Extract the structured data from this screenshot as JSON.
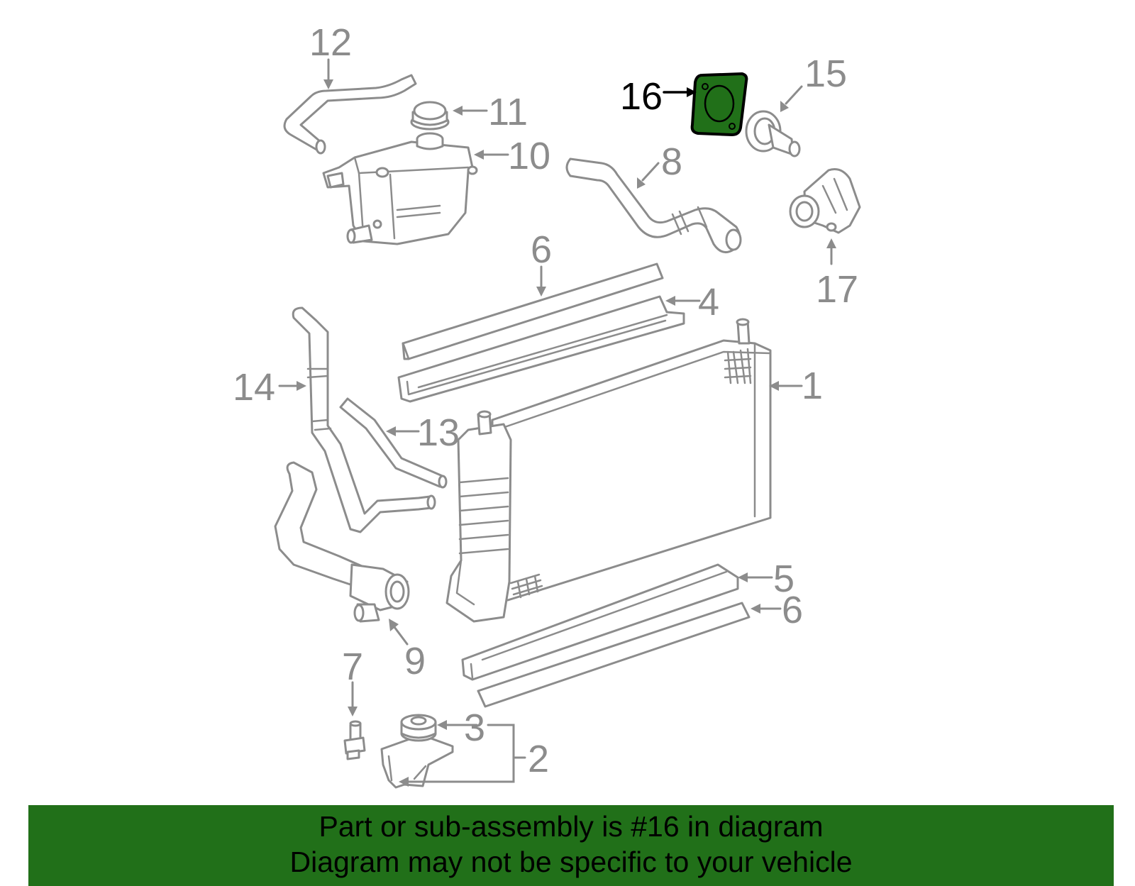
{
  "colors": {
    "banner_bg": "#217019",
    "highlight_fill": "#217019",
    "line_gray": "#8c8c8c",
    "active_black": "#000000"
  },
  "callouts": {
    "c1": "1",
    "c2": "2",
    "c3": "3",
    "c4": "4",
    "c5": "5",
    "c6_top": "6",
    "c6_bottom": "6",
    "c7": "7",
    "c8": "8",
    "c9": "9",
    "c10": "10",
    "c11": "11",
    "c12": "12",
    "c13": "13",
    "c14": "14",
    "c15": "15",
    "c16": "16",
    "c17": "17"
  },
  "highlighted_part": "16",
  "banner": {
    "line1": "Part or sub-assembly is #16 in diagram",
    "line2": "Diagram may not be specific to your vehicle"
  }
}
